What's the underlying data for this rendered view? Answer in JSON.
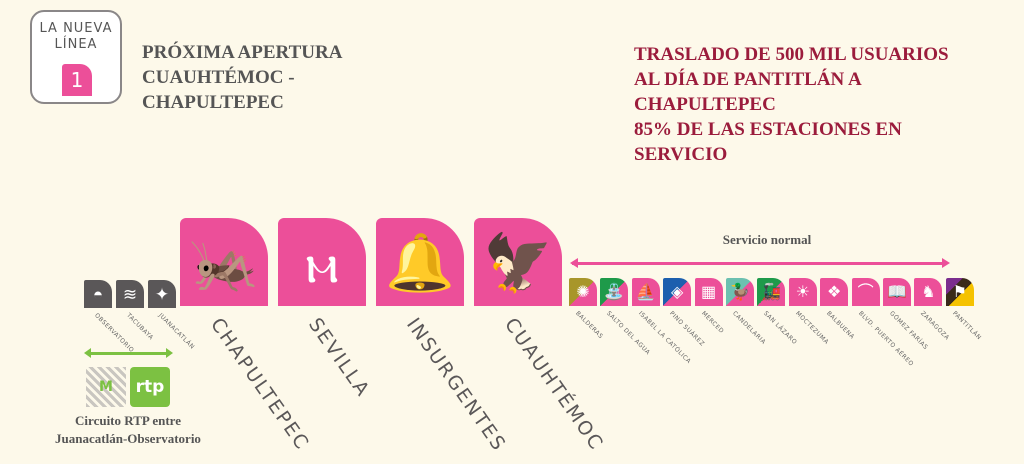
{
  "logo": {
    "line1": "LA NUEVA",
    "line2": "LÍNEA",
    "number": "1"
  },
  "left_heading": [
    "PRÓXIMA APERTURA",
    "CUAUHTÉMOC -",
    "CHAPULTEPEC"
  ],
  "right_heading": [
    "TRASLADO DE 500 MIL USUARIOS",
    "AL DÍA DE PANTITLÁN A",
    "CHAPULTEPEC",
    "85% DE LAS ESTACIONES EN",
    "SERVICIO"
  ],
  "colors": {
    "pink": "#ec4f99",
    "gray": "#5a5758",
    "green": "#7cc142",
    "heading_red": "#9b1c3c"
  },
  "rtp_section": {
    "stations": [
      {
        "name": "OBSERVATORIO",
        "icon": "observatory-icon",
        "glyph": "◓"
      },
      {
        "name": "TACUBAYA",
        "icon": "water-jar-icon",
        "glyph": "≋"
      },
      {
        "name": "JUANACATLÁN",
        "icon": "butterfly-icon",
        "glyph": "✦"
      }
    ],
    "metro_logo": "M",
    "rtp_logo": "rtp",
    "caption": [
      "Circuito RTP entre",
      "Juanacatlán-Observatorio"
    ]
  },
  "closed_stations": [
    {
      "name": "CHAPULTEPEC",
      "icon": "grasshopper-icon",
      "glyph": "🦗"
    },
    {
      "name": "SEVILLA",
      "icon": "aqueduct-icon",
      "glyph": "ⲙ"
    },
    {
      "name": "INSURGENTES",
      "icon": "bell-icon",
      "glyph": "🔔"
    },
    {
      "name": "CUAUHTÉMOC",
      "icon": "eagle-head-icon",
      "glyph": "🦅"
    }
  ],
  "service_label": "Servicio normal",
  "open_stations": [
    {
      "name": "BALDERAS",
      "icon": "cannon-icon",
      "glyph": "✺",
      "accent": "#a8962a"
    },
    {
      "name": "SALTO DEL AGUA",
      "icon": "fountain-icon",
      "glyph": "⛲",
      "accent": "#1e9a4a"
    },
    {
      "name": "ISABEL LA CATÓLICA",
      "icon": "ship-icon",
      "glyph": "⛵",
      "accent": ""
    },
    {
      "name": "PINO SUÁREZ",
      "icon": "pyramid-icon",
      "glyph": "◈",
      "accent": "#1c5fae"
    },
    {
      "name": "MERCED",
      "icon": "market-icon",
      "glyph": "▦",
      "accent": ""
    },
    {
      "name": "CANDELARIA",
      "icon": "duck-icon",
      "glyph": "🦆",
      "accent": "#6cc0b0"
    },
    {
      "name": "SAN LÁZARO",
      "icon": "train-icon",
      "glyph": "🚂",
      "accent": "#1e9a4a"
    },
    {
      "name": "MOCTEZUMA",
      "icon": "headdress-icon",
      "glyph": "☀",
      "accent": ""
    },
    {
      "name": "BALBUENA",
      "icon": "flower-pattern-icon",
      "glyph": "❖",
      "accent": ""
    },
    {
      "name": "BLVD. PUERTO AÉREO",
      "icon": "airport-icon",
      "glyph": "⌒",
      "accent": ""
    },
    {
      "name": "GÓMEZ FARÍAS",
      "icon": "book-icon",
      "glyph": "📖",
      "accent": ""
    },
    {
      "name": "ZARAGOZA",
      "icon": "horse-rider-icon",
      "glyph": "♞",
      "accent": ""
    },
    {
      "name": "PANTITLÁN",
      "icon": "flags-icon",
      "glyph": "⚑",
      "accent": "#f5c200"
    }
  ]
}
